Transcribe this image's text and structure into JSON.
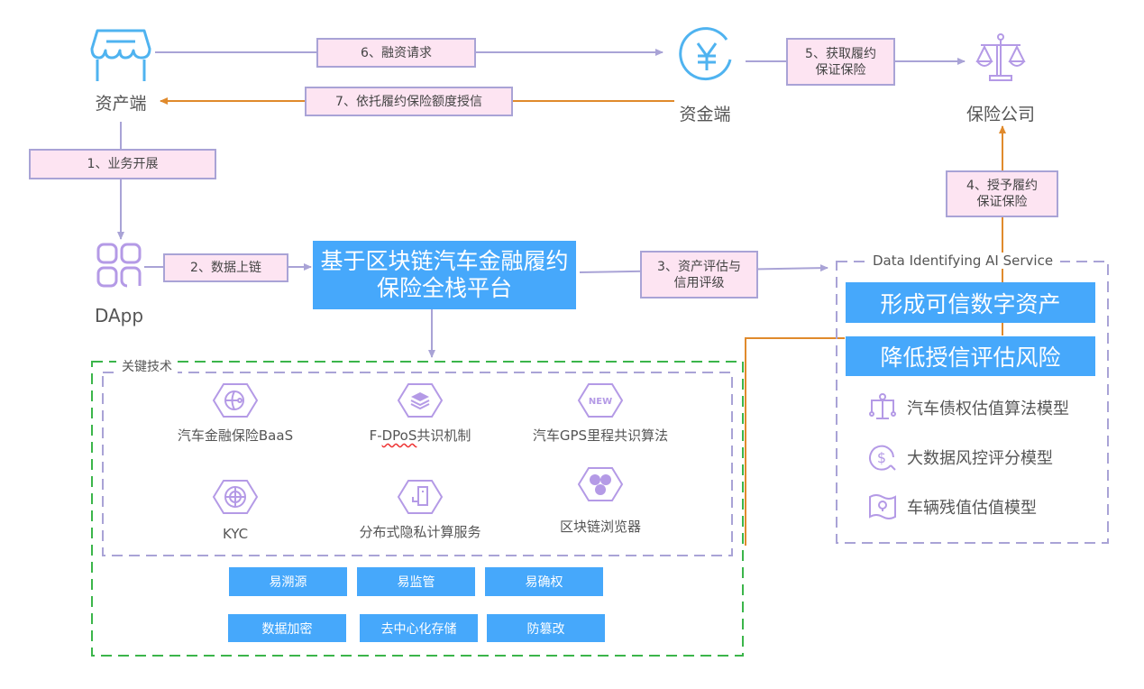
{
  "nodes": {
    "asset_side": {
      "label": "资产端",
      "icon": "storefront-icon"
    },
    "funding_side": {
      "label": "资金端",
      "icon": "yen-coin-icon"
    },
    "insurance_company": {
      "label": "保险公司",
      "icon": "balance-scale-icon"
    },
    "dapp": {
      "label": "DApp",
      "icon": "app-grid-icon"
    }
  },
  "steps": {
    "s1": "1、业务开展",
    "s2": "2、数据上链",
    "s3": "3、资产评估与\n信用评级",
    "s4": "4、授予履约\n保证保险",
    "s5": "5、获取履约\n保证保险",
    "s6": "6、融资请求",
    "s7": "7、依托履约保险额度授信"
  },
  "platform": {
    "title": "基于区块链汽车金融履约\n保险全栈平台"
  },
  "ai_service": {
    "title": "Data Identifying AI Service",
    "highlights": [
      "形成可信数字资产",
      "降低授信评估风险"
    ],
    "models": [
      {
        "label": "汽车债权估值算法模型",
        "icon": "scale-icon"
      },
      {
        "label": "大数据风控评分模型",
        "icon": "dollar-search-icon"
      },
      {
        "label": "车辆残值估值模型",
        "icon": "map-pin-icon"
      }
    ]
  },
  "key_tech": {
    "title": "关键技术",
    "items": [
      {
        "label": "汽车金融保险BaaS",
        "icon": "globe-hex-icon"
      },
      {
        "label_a": "F-",
        "label_b": "DPoS",
        "label_c": "共识机制",
        "icon": "layers-hex-icon"
      },
      {
        "label": "汽车GPS里程共识算法",
        "icon": "new-hex-icon",
        "badge": "NEW"
      },
      {
        "label": "KYC",
        "icon": "target-globe-hex-icon"
      },
      {
        "label": "分布式隐私计算服务",
        "icon": "server-plug-hex-icon"
      },
      {
        "label": "区块链浏览器",
        "icon": "hexagons-hex-icon"
      }
    ],
    "features": [
      "易溯源",
      "易监管",
      "易确权",
      "数据加密",
      "去中心化存储",
      "防篡改"
    ]
  },
  "colors": {
    "flow_line": "#a9a3d6",
    "return_line": "#e08a2c",
    "platform_blue": "#46a8fb",
    "step_fill": "#fde4f2",
    "icon_purple": "#b49ae6",
    "icon_blue": "#4fb3f0",
    "group_green": "#3bb54a"
  }
}
